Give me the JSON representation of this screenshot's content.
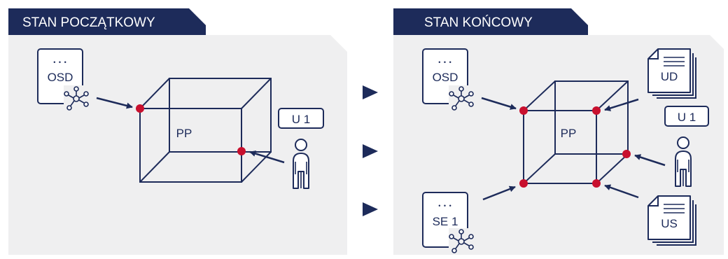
{
  "left_panel": {
    "header": "STAN POCZĄTKOWY",
    "doc_dots": "• • •",
    "doc_label": "OSD",
    "cube_label": "PP",
    "user_label": "U 1"
  },
  "right_panel": {
    "header": "STAN KOŃCOWY",
    "doc_dots": "• • •",
    "doc_label": "OSD",
    "doc2_dots": "• • •",
    "doc2_label": "SE 1",
    "cube_label": "PP",
    "user_label": "U 1",
    "stack_top_label": "UD",
    "stack_bottom_label": "US"
  },
  "colors": {
    "navy": "#1d2b5a",
    "panel": "#efeff0",
    "node": "#c8102e",
    "white": "#ffffff"
  }
}
